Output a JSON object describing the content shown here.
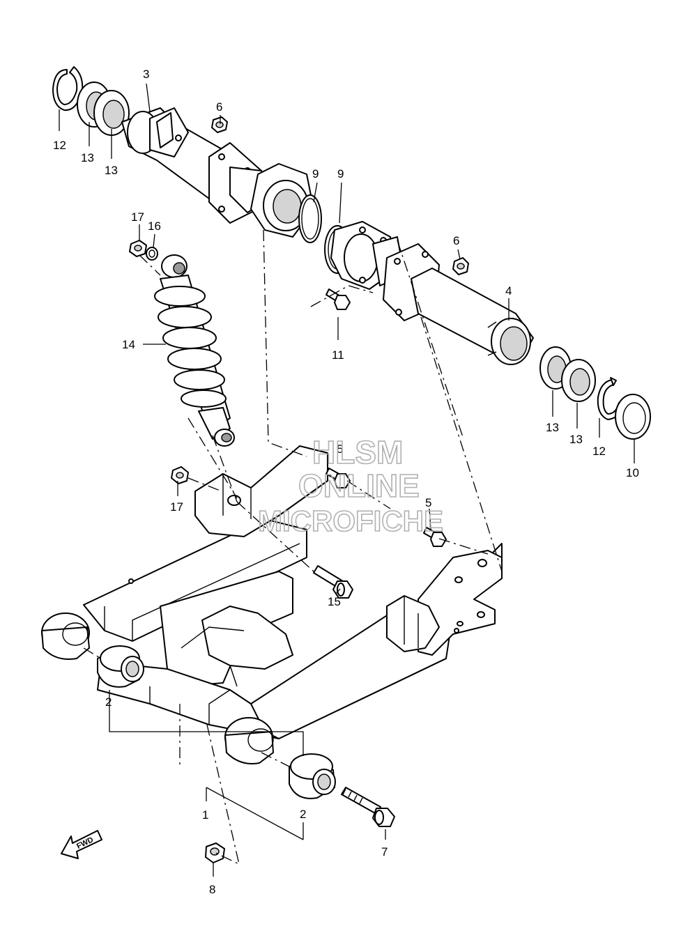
{
  "diagram": {
    "callouts": [
      "1",
      "2",
      "2",
      "3",
      "4",
      "5",
      "5",
      "6",
      "6",
      "7",
      "8",
      "9",
      "9",
      "10",
      "11",
      "12",
      "12",
      "13",
      "13",
      "13",
      "13",
      "14",
      "15",
      "16",
      "17",
      "17"
    ],
    "fwd_label": "FWD",
    "watermark": [
      "HLSM",
      "ONLINE",
      "MICROFICHE"
    ]
  }
}
